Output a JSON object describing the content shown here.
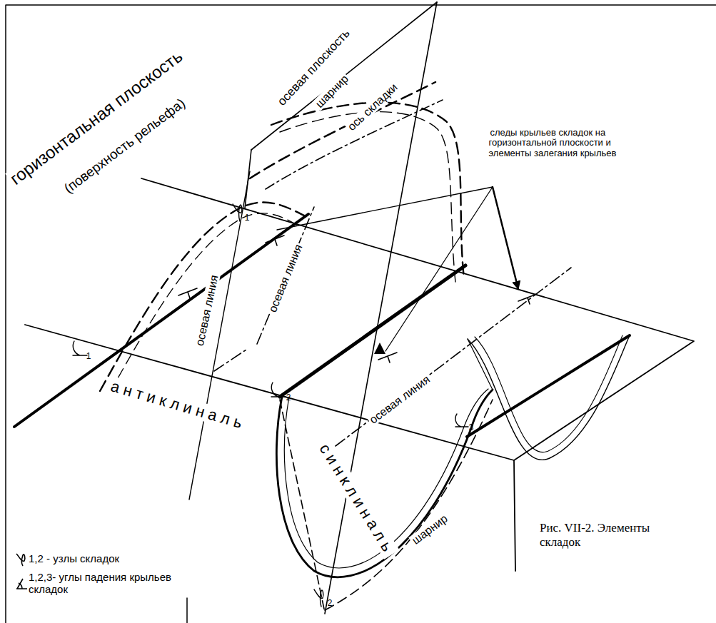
{
  "diagram": {
    "caption": "Рис. VII-2. Элементы складок",
    "labels": [
      "осевая плоскость",
      "шарнир",
      "ось складки",
      "следы крыльев складок на горизонтальной плоскости и элементы залегания крыльев",
      "горизонтальная плоскость",
      "(поверхность рельефа)",
      "осевая линия",
      "осевая линия",
      "осевая линия",
      "антиклиналь",
      "синклиналь",
      "шарнир",
      "1",
      "2",
      "3",
      "1",
      "2"
    ],
    "legend": [
      {
        "text": "1,2 - узлы складок"
      },
      {
        "text": "1,2,3- углы падения крыльев складок"
      }
    ]
  }
}
